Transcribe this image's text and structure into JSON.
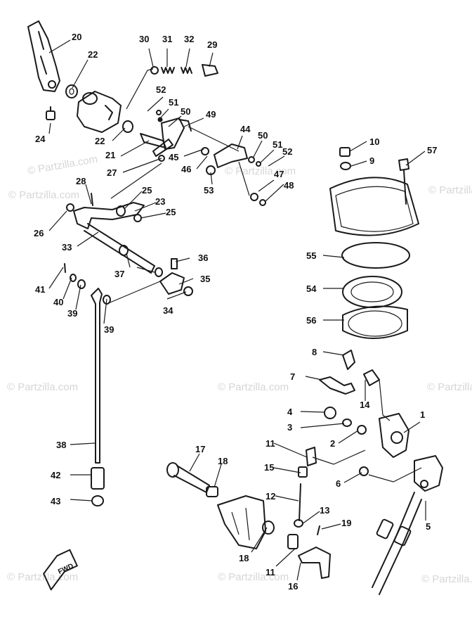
{
  "watermark": "© Partzilla.com",
  "fwd_marker": "FWD",
  "callouts": [
    "20",
    "22",
    "24",
    "22",
    "21",
    "27",
    "30",
    "31",
    "32",
    "29",
    "52",
    "51",
    "50",
    "49",
    "44",
    "50",
    "51",
    "52",
    "45",
    "46",
    "53",
    "47",
    "48",
    "28",
    "25",
    "23",
    "25",
    "26",
    "33",
    "37",
    "36",
    "35",
    "34",
    "41",
    "40",
    "39",
    "39",
    "38",
    "42",
    "43",
    "10",
    "9",
    "57",
    "55",
    "54",
    "56",
    "8",
    "7",
    "14",
    "4",
    "3",
    "2",
    "1",
    "11",
    "15",
    "12",
    "13",
    "19",
    "6",
    "5",
    "17",
    "18",
    "18",
    "11",
    "16"
  ]
}
